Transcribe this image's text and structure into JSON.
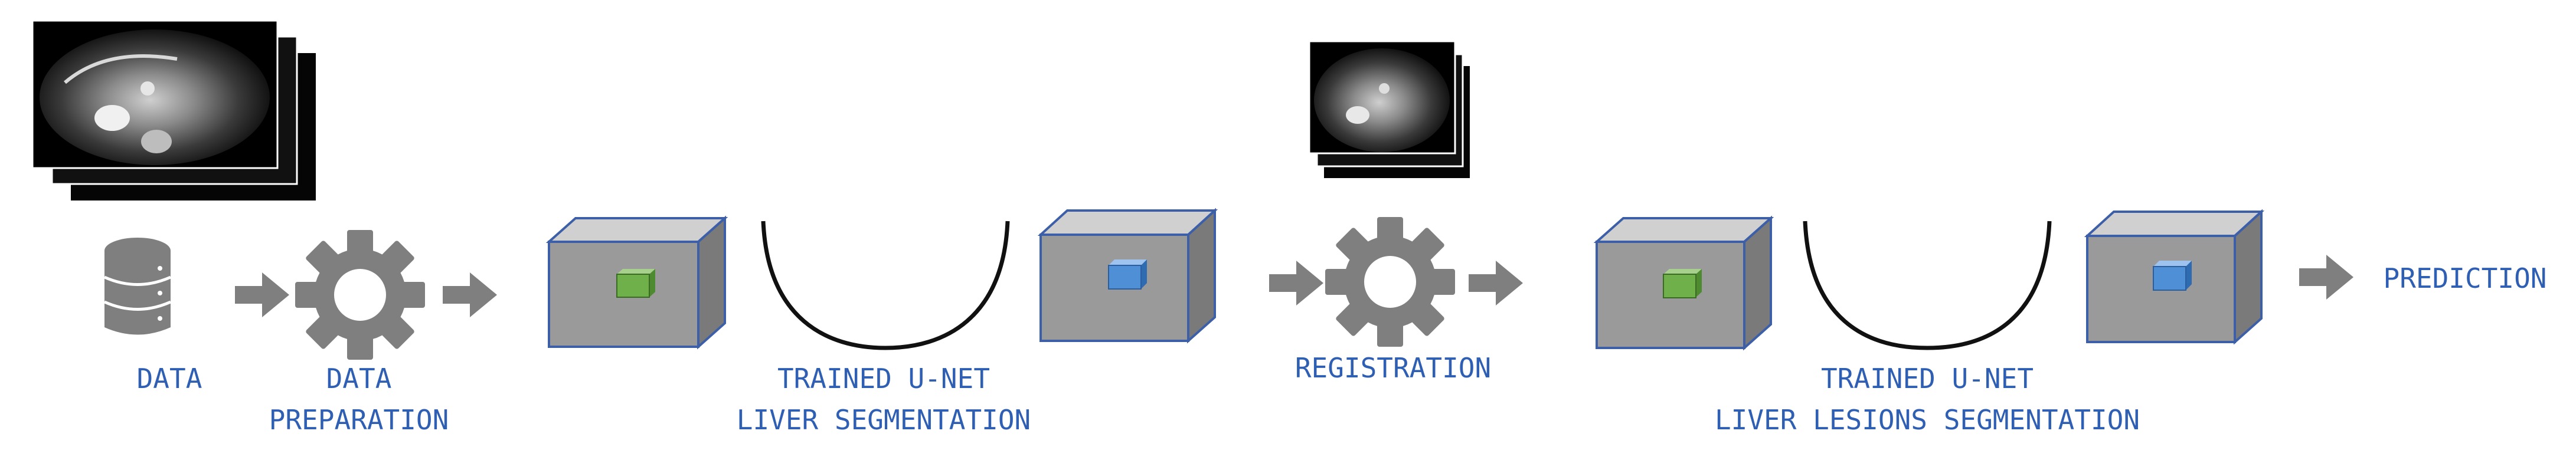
{
  "labels": {
    "data": "DATA",
    "prep_line1": "DATA",
    "prep_line2": "PREPARATION",
    "unet1_line1": "TRAINED U-NET",
    "unet1_line2": "LIVER SEGMENTATION",
    "registration": "REGISTRATION",
    "unet2_line1": "TRAINED U-NET",
    "unet2_line2": "LIVER LESIONS SEGMENTATION",
    "prediction": "PREDICTION"
  },
  "icons": {
    "database": "database-icon",
    "gear": "gear-icon",
    "arrow": "arrow-right-icon",
    "volume": "volume-cube-icon",
    "scan": "mri-scan-stack-icon",
    "unet": "unet-u-shape-icon"
  },
  "colors": {
    "label": "#2f5fb3",
    "icon_gray": "#7f7f7f",
    "cube_front": "#9a9a9a",
    "cube_top": "#d0d0d0",
    "cube_side": "#7a7a7a",
    "cube_edge": "#3c5fa8",
    "inner_green": "#6fb04a",
    "inner_blue": "#4f8fd6",
    "curve": "#111111"
  }
}
